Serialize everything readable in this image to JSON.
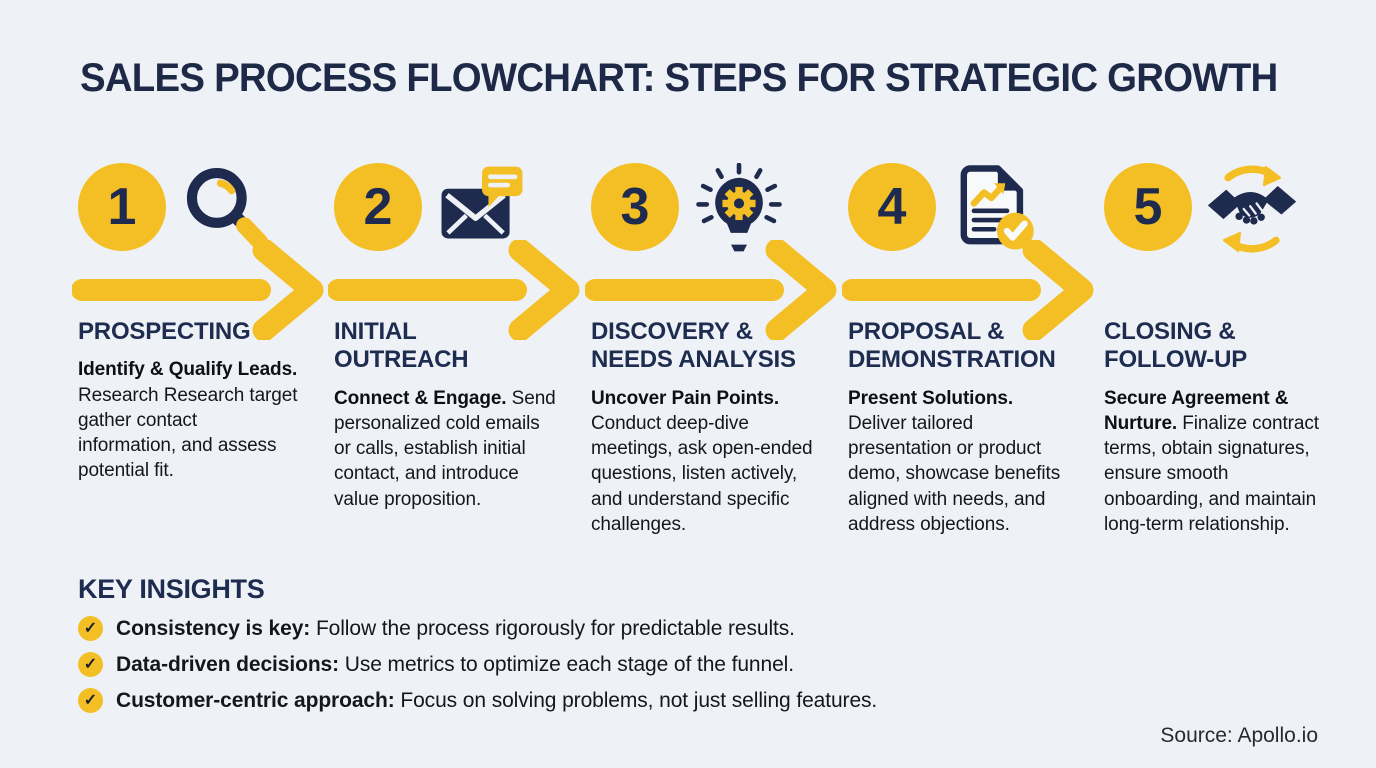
{
  "title": "SALES PROCESS FLOWCHART: STEPS FOR STRATEGIC GROWTH",
  "colors": {
    "background": "#EEF2F7",
    "accent_yellow": "#F4BF25",
    "navy": "#1F2B4E",
    "body_text": "#14171C"
  },
  "steps": [
    {
      "number": "1",
      "icon": "magnifier-icon",
      "title": "PROSPECTING",
      "lead": "Identify & Qualify Leads.",
      "body": "Research Research target gather contact information, and assess potential fit."
    },
    {
      "number": "2",
      "icon": "envelope-chat-icon",
      "title": "INITIAL OUTREACH",
      "lead": "Connect & Engage.",
      "body": "Send personalized cold emails or calls, establish initial contact, and introduce value proposition."
    },
    {
      "number": "3",
      "icon": "lightbulb-gear-icon",
      "title": "DISCOVERY & NEEDS ANALYSIS",
      "lead": "Uncover Pain Points.",
      "body": "Conduct deep-dive meetings, ask open-ended questions, listen actively, and understand specific challenges."
    },
    {
      "number": "4",
      "icon": "proposal-check-icon",
      "title": "PROPOSAL & DEMONSTRATION",
      "lead": "Present Solutions.",
      "body": "Deliver tailored presentation or product demo, showcase benefits aligned with needs, and address objections."
    },
    {
      "number": "5",
      "icon": "handshake-cycle-icon",
      "title": "CLOSING & FOLLOW-UP",
      "lead": "Secure Agreement & Nurture.",
      "body": "Finalize contract terms, obtain signatures, ensure smooth onboarding, and maintain long-term relationship."
    }
  ],
  "key_insights": {
    "heading": "KEY INSIGHTS",
    "items": [
      {
        "label": "Consistency is key:",
        "text": "Follow the process rigorously for predictable results."
      },
      {
        "label": "Data-driven decisions:",
        "text": "Use metrics to optimize each stage of the funnel."
      },
      {
        "label": "Customer-centric approach:",
        "text": "Focus on solving problems, not just selling features."
      }
    ]
  },
  "footer": {
    "source": "Source: Apollo.io"
  }
}
